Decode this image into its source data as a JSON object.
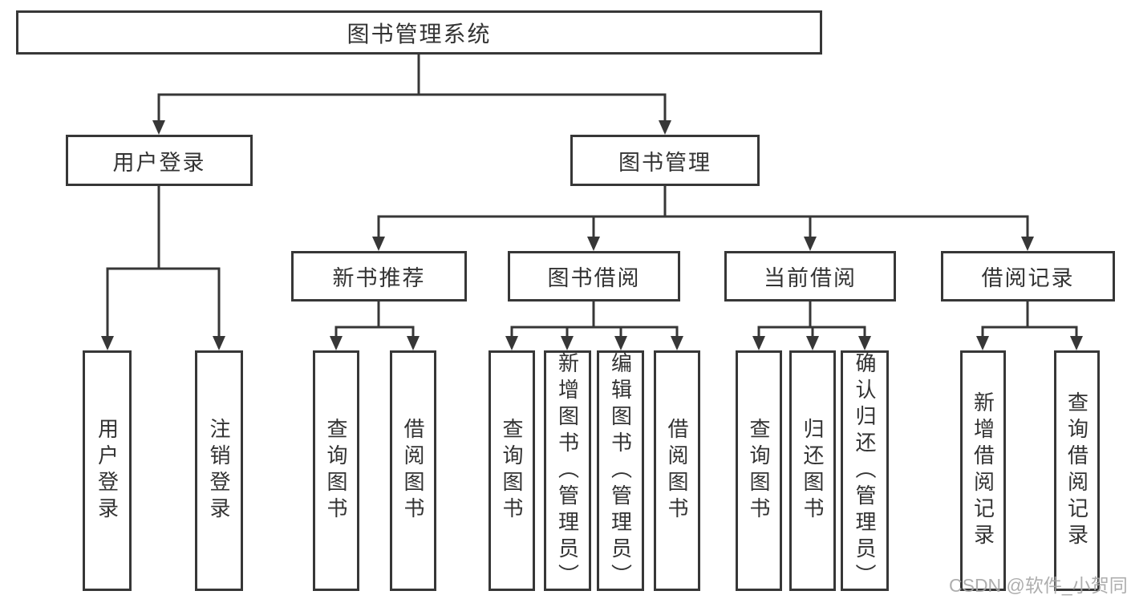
{
  "diagram": {
    "root": {
      "label": "图书管理系统"
    },
    "login": {
      "label": "用户登录",
      "children": [
        {
          "label": "用户登录"
        },
        {
          "label": "注销登录"
        }
      ]
    },
    "management": {
      "label": "图书管理",
      "sections": [
        {
          "label": "新书推荐",
          "children": [
            {
              "label": "查询图书"
            },
            {
              "label": "借阅图书"
            }
          ]
        },
        {
          "label": "图书借阅",
          "children": [
            {
              "label": "查询图书"
            },
            {
              "label": "新增图书（管理员）"
            },
            {
              "label": "编辑图书（管理员）"
            },
            {
              "label": "借阅图书"
            }
          ]
        },
        {
          "label": "当前借阅",
          "children": [
            {
              "label": "查询图书"
            },
            {
              "label": "归还图书"
            },
            {
              "label": "确认归还（管理员）"
            }
          ]
        },
        {
          "label": "借阅记录",
          "children": [
            {
              "label": "新增借阅记录"
            },
            {
              "label": "查询借阅记录"
            }
          ]
        }
      ]
    }
  },
  "watermark": {
    "text": "CSDN @软件_小贺同学"
  },
  "colors": {
    "line": "#373737",
    "border": "#373737",
    "text": "#333333",
    "box_background": "#ffffff",
    "page_background": "#ffffff",
    "watermark": "#a6a6a6"
  }
}
